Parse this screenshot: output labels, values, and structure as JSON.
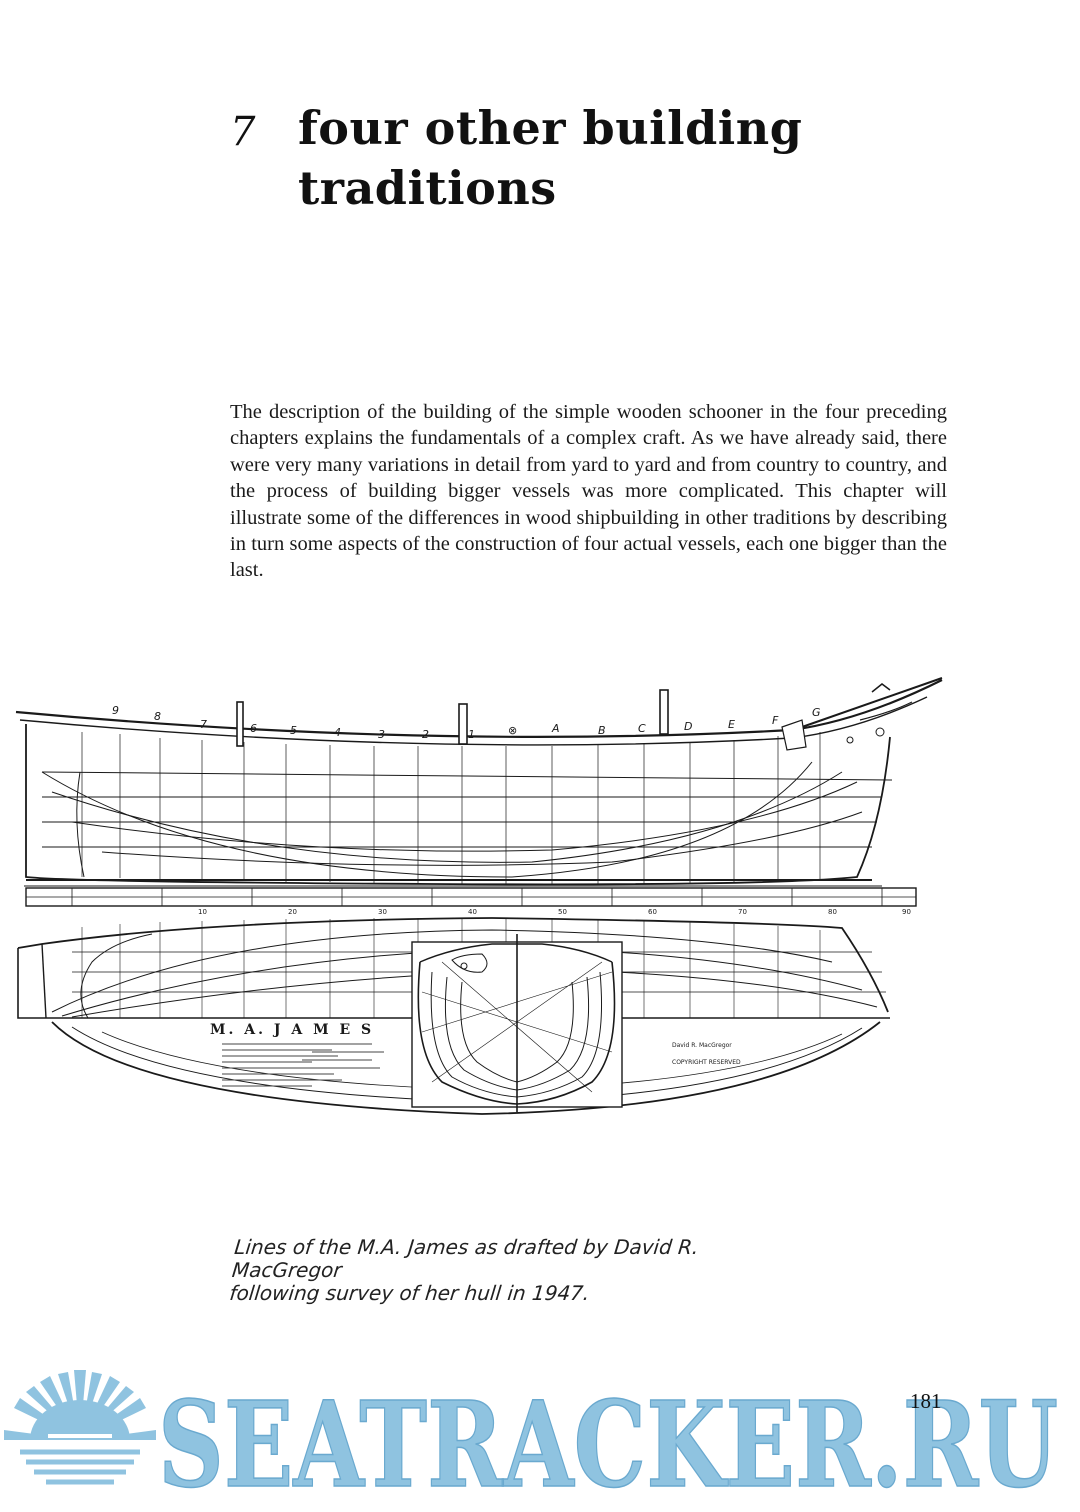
{
  "chapter": {
    "number": "7",
    "title": "four other building traditions"
  },
  "body_paragraph": "The description of the building of the simple wooden schooner in the four preceding chapters explains the fundamentals of a complex craft. As we have already said, there were very many variations in detail from yard to yard and from country to country, and the process of building bigger vessels was more complicated. This chapter will illustrate some of the differences in wood shipbuilding in other traditions by describing in turn some aspects of the construction of four actual vessels, each one bigger than the last.",
  "drawing": {
    "vessel_name": "M. A. J A M E S",
    "station_labels": [
      "9",
      "8",
      "7",
      "6",
      "5",
      "4",
      "3",
      "2",
      "1",
      "⊗",
      "A",
      "B",
      "C",
      "D",
      "E",
      "F",
      "G"
    ],
    "scale_numbers": [
      "10",
      "20",
      "30",
      "40",
      "50",
      "60",
      "70",
      "80",
      "90"
    ],
    "note_drafter": "David R. MacGregor",
    "note_copyright": "COPYRIGHT RESERVED"
  },
  "caption": {
    "line1": "Lines of the M.A. James as drafted by David R. MacGregor",
    "line2": "following survey of her hull in 1947."
  },
  "watermark": {
    "text": "SEATRACKER.RU",
    "color": "#8fc3e0"
  },
  "page_number": "181"
}
